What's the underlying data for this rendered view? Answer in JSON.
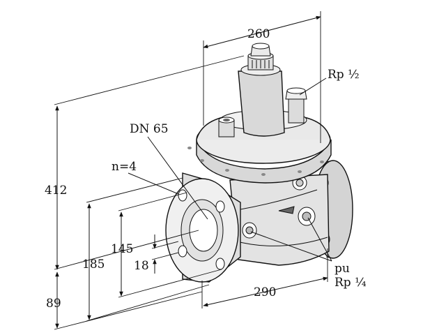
{
  "labels": {
    "width_top": "260",
    "rp_half": "Rp ½",
    "dn": "DN 65",
    "n_holes": "n=4",
    "height_total": "412",
    "bolt_circle": "185",
    "flange_inner": "145",
    "hole_dia": "18",
    "base_height": "89",
    "length": "290",
    "pu": "pu",
    "rp_quarter": "Rp ¼"
  },
  "colors": {
    "body_fill": "#e6e6e6",
    "body_shade": "#cfcfcf",
    "body_dark": "#b8b8b8",
    "line": "#111111"
  }
}
